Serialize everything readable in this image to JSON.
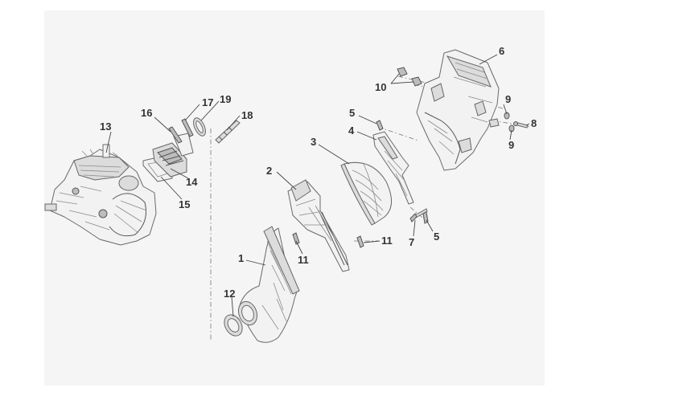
{
  "callouts": {
    "c1": "1",
    "c2": "2",
    "c3": "3",
    "c4": "4",
    "c5a": "5",
    "c5b": "5",
    "c6": "6",
    "c7": "7",
    "c8": "8",
    "c9a": "9",
    "c9b": "9",
    "c10": "10",
    "c11a": "11",
    "c11b": "11",
    "c12": "12",
    "c13": "13",
    "c14": "14",
    "c15": "15",
    "c16": "16",
    "c17": "17",
    "c18": "18",
    "c19": "19"
  },
  "colors": {
    "background": "#ffffff",
    "panel": "#f5f5f5",
    "line": "#6a6a6a",
    "label": "#333333"
  }
}
